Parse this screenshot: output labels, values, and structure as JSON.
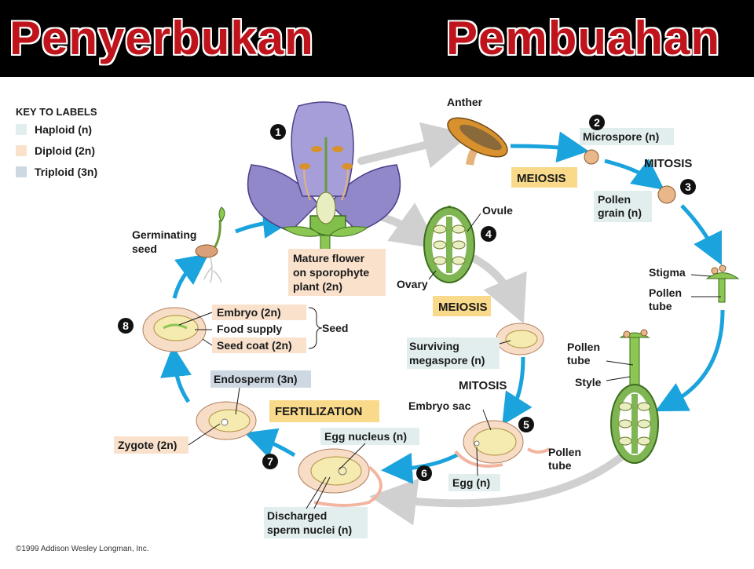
{
  "header": {
    "title_left": "Penyerbukan",
    "title_right": "Pembuahan"
  },
  "colors": {
    "header_bg": "#000000",
    "title_red": "#c0141c",
    "haploid": "#e2eeee",
    "diploid": "#f9e1cc",
    "triploid": "#cdd8e2",
    "arrow_blue": "#1aa3dc",
    "arrow_gray": "#cfcfcf",
    "process_box": "#f9d98a"
  },
  "key": {
    "title": "KEY TO LABELS",
    "items": [
      {
        "text": "Haploid (n)",
        "color": "#e2eeee"
      },
      {
        "text": "Diploid (2n)",
        "color": "#f9e1cc"
      },
      {
        "text": "Triploid (3n)",
        "color": "#cdd8e2"
      }
    ]
  },
  "steps": [
    "1",
    "2",
    "3",
    "4",
    "5",
    "6",
    "7",
    "8"
  ],
  "labels": {
    "anther": "Anther",
    "microspore": "Microspore (n)",
    "meiosis": "MEIOSIS",
    "mitosis": "MITOSIS",
    "pollen_grain_1": "Pollen",
    "pollen_grain_2": "grain (n)",
    "ovule": "Ovule",
    "ovary": "Ovary",
    "mature_flower_1": "Mature flower",
    "mature_flower_2": "on sporophyte",
    "mature_flower_3": "plant (2n)",
    "germinating_1": "Germinating",
    "germinating_2": "seed",
    "stigma": "Stigma",
    "pollen_tube_a1": "Pollen",
    "pollen_tube_a2": "tube",
    "pollen_tube_b1": "Pollen",
    "pollen_tube_b2": "tube",
    "style": "Style",
    "meiosis_2": "MEIOSIS",
    "surviving_1": "Surviving",
    "surviving_2": "megaspore (n)",
    "mitosis_2": "MITOSIS",
    "embryo_sac": "Embryo sac",
    "pollen_tube_c1": "Pollen",
    "pollen_tube_c2": "tube",
    "egg": "Egg (n)",
    "egg_nucleus": "Egg nucleus (n)",
    "discharged_1": "Discharged",
    "discharged_2": "sperm nuclei (n)",
    "fertilization": "FERTILIZATION",
    "zygote": "Zygote (2n)",
    "endosperm": "Endosperm (3n)",
    "embryo": "Embryo (2n)",
    "food_supply": "Food supply",
    "seed_coat": "Seed coat (2n)",
    "seed": "Seed"
  },
  "copyright": "©1999 Addison Wesley Longman, Inc."
}
